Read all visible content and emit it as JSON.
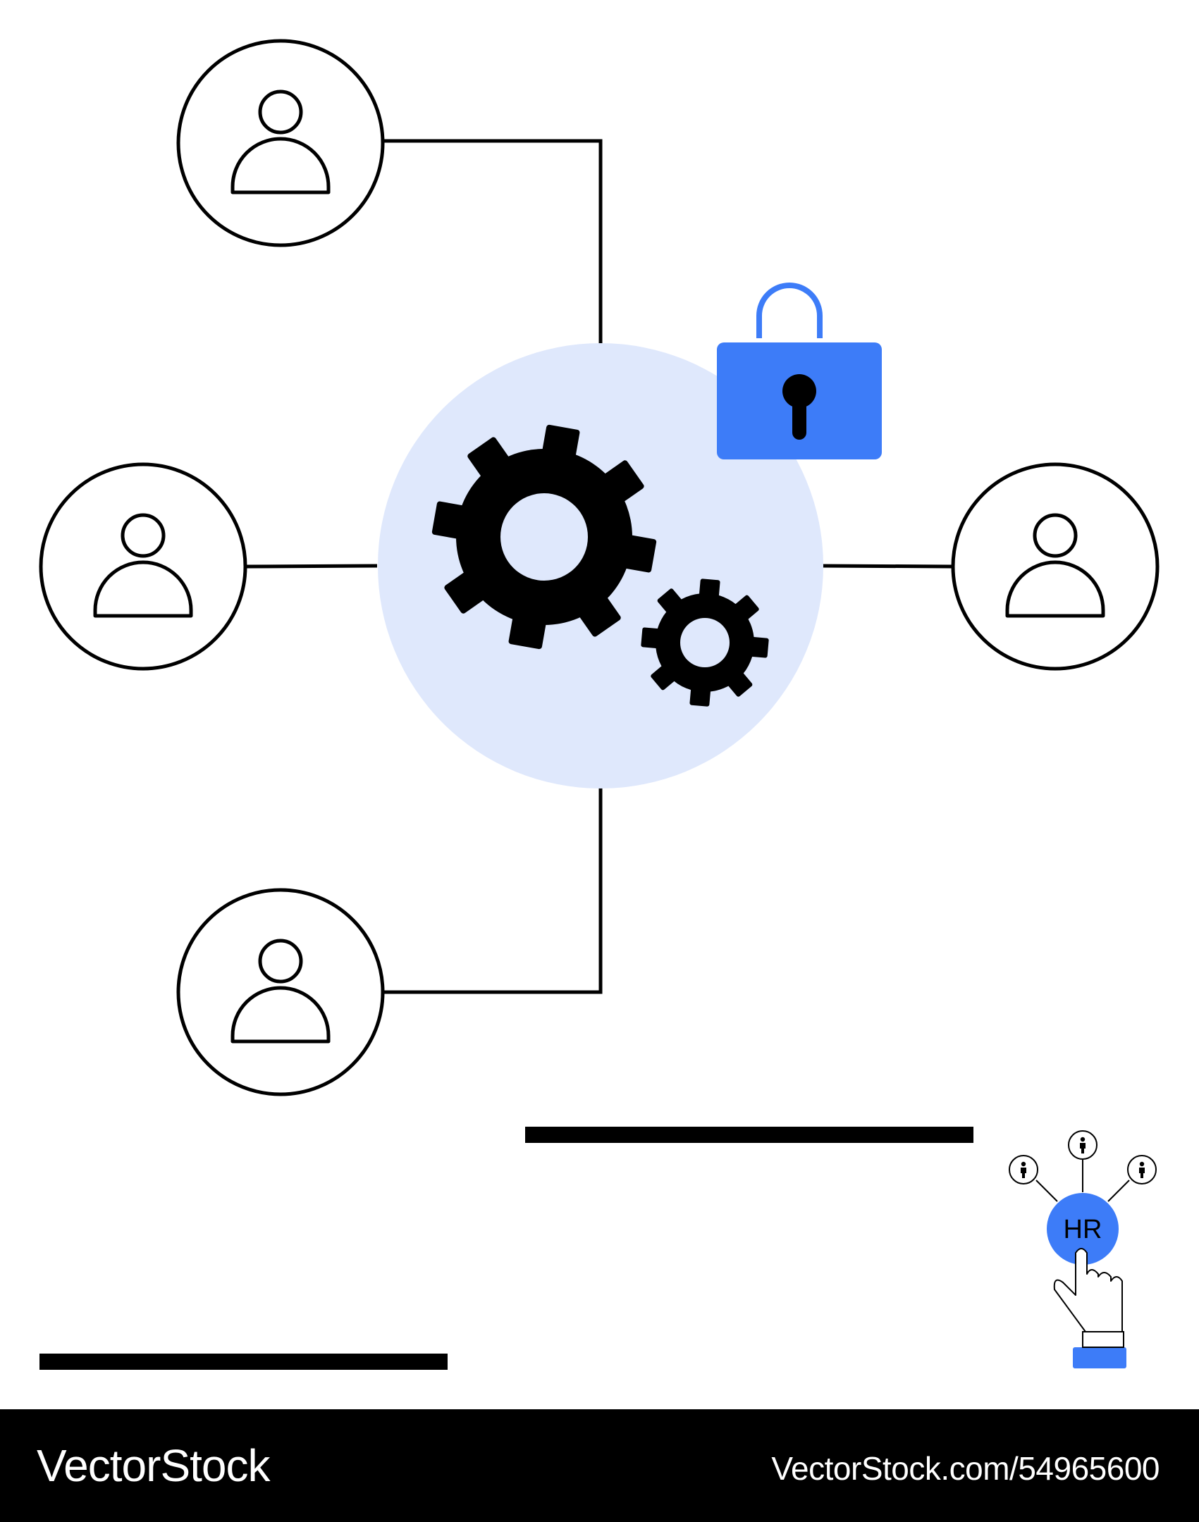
{
  "colors": {
    "ink": "#000000",
    "accent_blue": "#3d7cf8",
    "hub_fill": "#dfe8fc",
    "background": "#ffffff",
    "footer_bg": "#000000",
    "footer_text": "#ffffff"
  },
  "diagram": {
    "hub_icon": "gears-icon",
    "lock_icon": "padlock-icon",
    "node_icon": "user-icon",
    "hr_badge": {
      "label": "HR",
      "icon": "hand-pointer-icon"
    }
  },
  "footer": {
    "brand": "VectorStock",
    "reference": "VectorStock.com/54965600"
  }
}
